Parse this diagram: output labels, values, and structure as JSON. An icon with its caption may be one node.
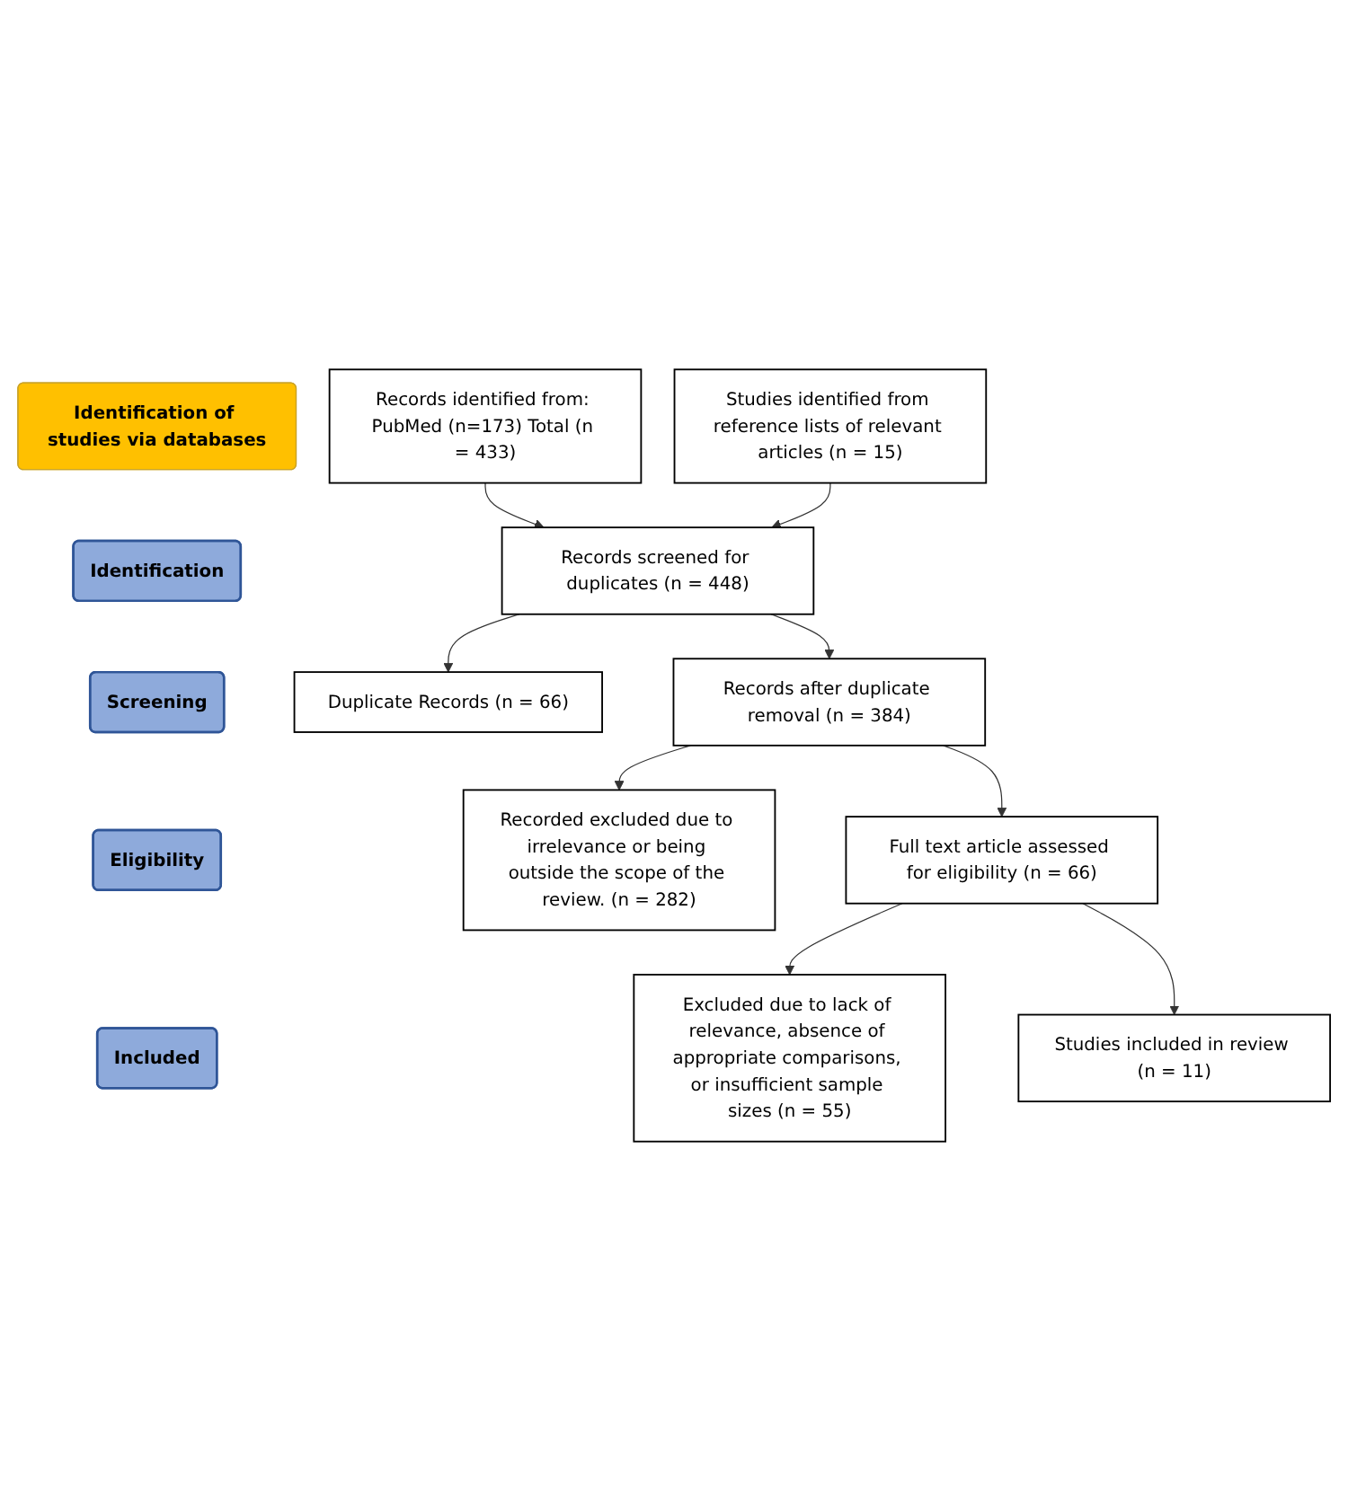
{
  "diagram": {
    "nodes": [
      {
        "text": [
          "Identification of studies via databases"
        ]
      },
      {
        "text": [
          "Identification"
        ]
      },
      {
        "text": [
          "Records identified from: PubMed (n=173) Total (n = 433)"
        ]
      },
      {
        "text": [
          "Studies identified from reference lists of relevant articles (n = 15)"
        ]
      },
      {
        "text": [
          "Screening"
        ]
      },
      {
        "text": [
          "Records screened for duplicates (n = 448)"
        ]
      },
      {
        "text": [
          "Duplicate Records (n = 66)"
        ]
      },
      {
        "text": [
          "Records after duplicate removal (n = 384)"
        ]
      },
      {
        "text": [
          "Recorded excluded due to irrelevance or being outside the scope of the review. (n = 282)"
        ]
      },
      {
        "text": [
          "Eligibility"
        ]
      },
      {
        "text": [
          "Full text article assessed for eligibility (n = 66)"
        ]
      },
      {
        "text": [
          "Excluded due to lack of relevance, absence of appropriate comparisons, or insufficient sample sizes (n = 55)"
        ]
      },
      {
        "text": [
          "Included"
        ]
      },
      {
        "text": [
          "Studies included in review (n = 11)"
        ]
      }
    ],
    "edges": [
      {
        "from": 2,
        "to": 5,
        "arrow": "to"
      },
      {
        "from": 3,
        "to": 5,
        "arrow": "to"
      },
      {
        "from": 5,
        "to": 6,
        "arrow": "to"
      },
      {
        "from": 5,
        "to": 7,
        "arrow": "to"
      },
      {
        "from": 7,
        "to": 8,
        "arrow": "to"
      },
      {
        "from": 7,
        "to": 10,
        "arrow": "to"
      },
      {
        "from": 10,
        "to": 11,
        "arrow": "to"
      },
      {
        "from": 10,
        "to": 13,
        "arrow": "to"
      }
    ]
  }
}
